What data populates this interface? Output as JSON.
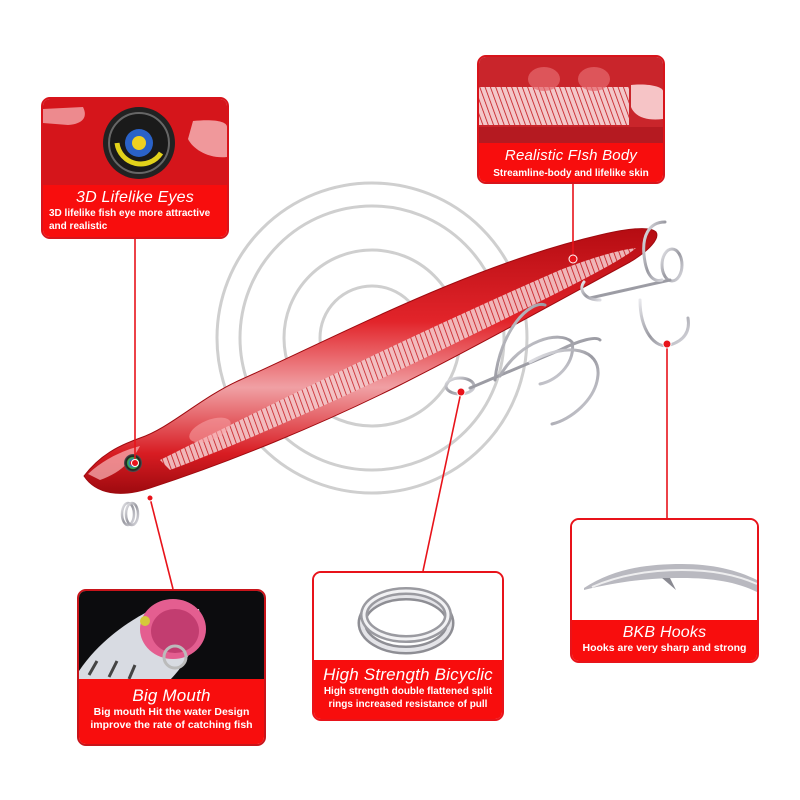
{
  "product": {
    "type": "fishing lure",
    "body_color": "#d4141c",
    "accent_color": "#f80d0d"
  },
  "callouts": [
    {
      "id": "eyes",
      "title": "3D Lifelike  Eyes",
      "description": "3D lifelike fish eye more attractive and realistic",
      "description_line1": "3D lifelike fish eye more attractive",
      "description_line2": " and realistic",
      "photo": "eye-closeup"
    },
    {
      "id": "fish-body",
      "title": "Realistic FIsh Body",
      "description": "Streamline-body and lifelike skin",
      "photo": "body-scale-closeup"
    },
    {
      "id": "big-mouth",
      "title": "Big Mouth",
      "description_line1": "Big mouth Hit the water Design",
      "description_line2": "improve the rate of catching fish",
      "photo": "mouth-closeup"
    },
    {
      "id": "split-ring",
      "title": "High Strength Bicyclic",
      "description_line1": "High strength double flattened split",
      "description_line2": "rings increased resistance of pull",
      "photo": "split-ring"
    },
    {
      "id": "hooks",
      "title": "BKB Hooks",
      "description": "Hooks are very sharp and strong",
      "photo": "hook-point-closeup"
    }
  ]
}
